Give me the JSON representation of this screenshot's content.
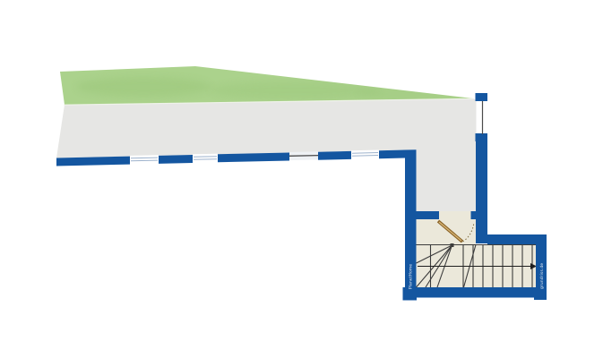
{
  "plan": {
    "watermarks": {
      "left": "PlanetHome",
      "right": "grundriss.de"
    },
    "colors": {
      "background": "#ffffff",
      "wall": "#1456a0",
      "lawn": "#abd28c",
      "lawn_shade": "#8fbe6c",
      "lawn_edge": "#f2f5ec",
      "floor": "#e6e6e4",
      "stair_floor": "#ebe8da",
      "tread_line": "#3c3c3c",
      "walk_line": "#1f1f1f",
      "window_fill": "#ffffff",
      "glazing": "#9db2cc",
      "thin_frame": "#4a4a4a",
      "door_leaf": "#8a6327",
      "door_leaf_highlight": "#d9b878",
      "door_swing": "#7d6b3f",
      "watermark_text": "#e8eef6"
    },
    "stairs": {
      "straight_tread_lines": 8,
      "winder_lines": 4,
      "walk_direction": "right"
    },
    "window_count": 3
  }
}
